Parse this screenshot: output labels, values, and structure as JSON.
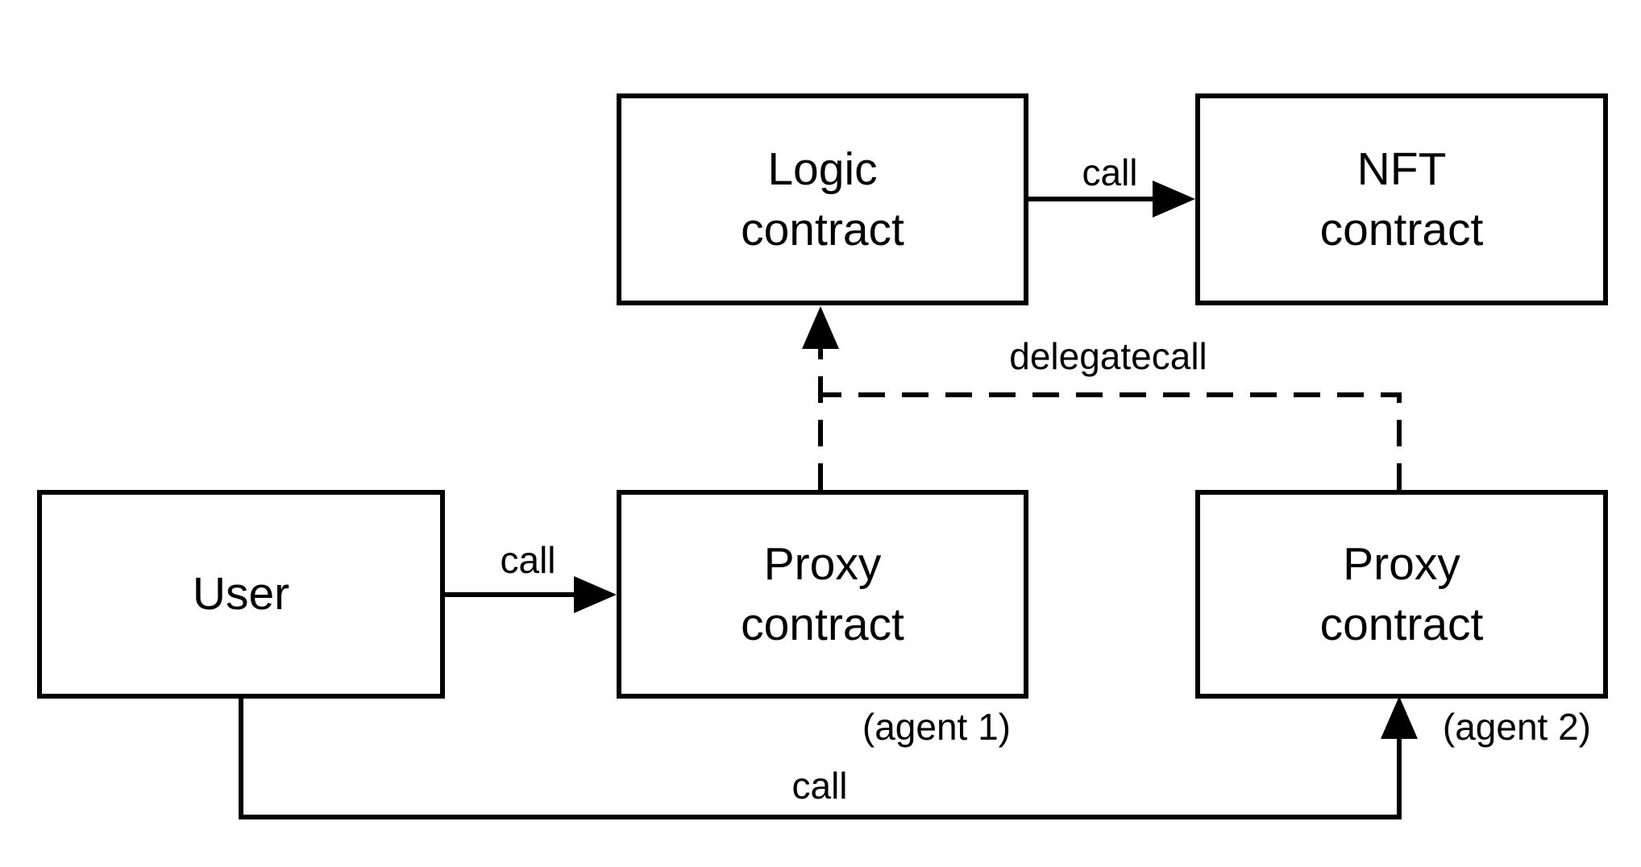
{
  "colors": {
    "background": "#ffffff",
    "stroke": "#000000",
    "text": "#000000"
  },
  "nodes": {
    "logic_contract": {
      "lines": [
        "Logic",
        "contract"
      ]
    },
    "nft_contract": {
      "lines": [
        "NFT",
        "contract"
      ]
    },
    "user": {
      "lines": [
        "User"
      ]
    },
    "proxy_contract_1": {
      "lines": [
        "Proxy",
        "contract"
      ],
      "annotation": "(agent 1)"
    },
    "proxy_contract_2": {
      "lines": [
        "Proxy",
        "contract"
      ],
      "annotation": "(agent 2)"
    }
  },
  "edges": {
    "logic_to_nft": {
      "label": "call",
      "style": "solid",
      "from": "logic_contract",
      "to": "nft_contract"
    },
    "user_to_proxy1": {
      "label": "call",
      "style": "solid",
      "from": "user",
      "to": "proxy_contract_1"
    },
    "user_to_proxy2": {
      "label": "call",
      "style": "solid",
      "from": "user",
      "to": "proxy_contract_2"
    },
    "proxy1_to_logic": {
      "label": "",
      "style": "dashed",
      "from": "proxy_contract_1",
      "to": "logic_contract"
    },
    "proxy2_to_logic": {
      "label": "delegatecall",
      "style": "dashed",
      "from": "proxy_contract_2",
      "to": "logic_contract"
    }
  }
}
